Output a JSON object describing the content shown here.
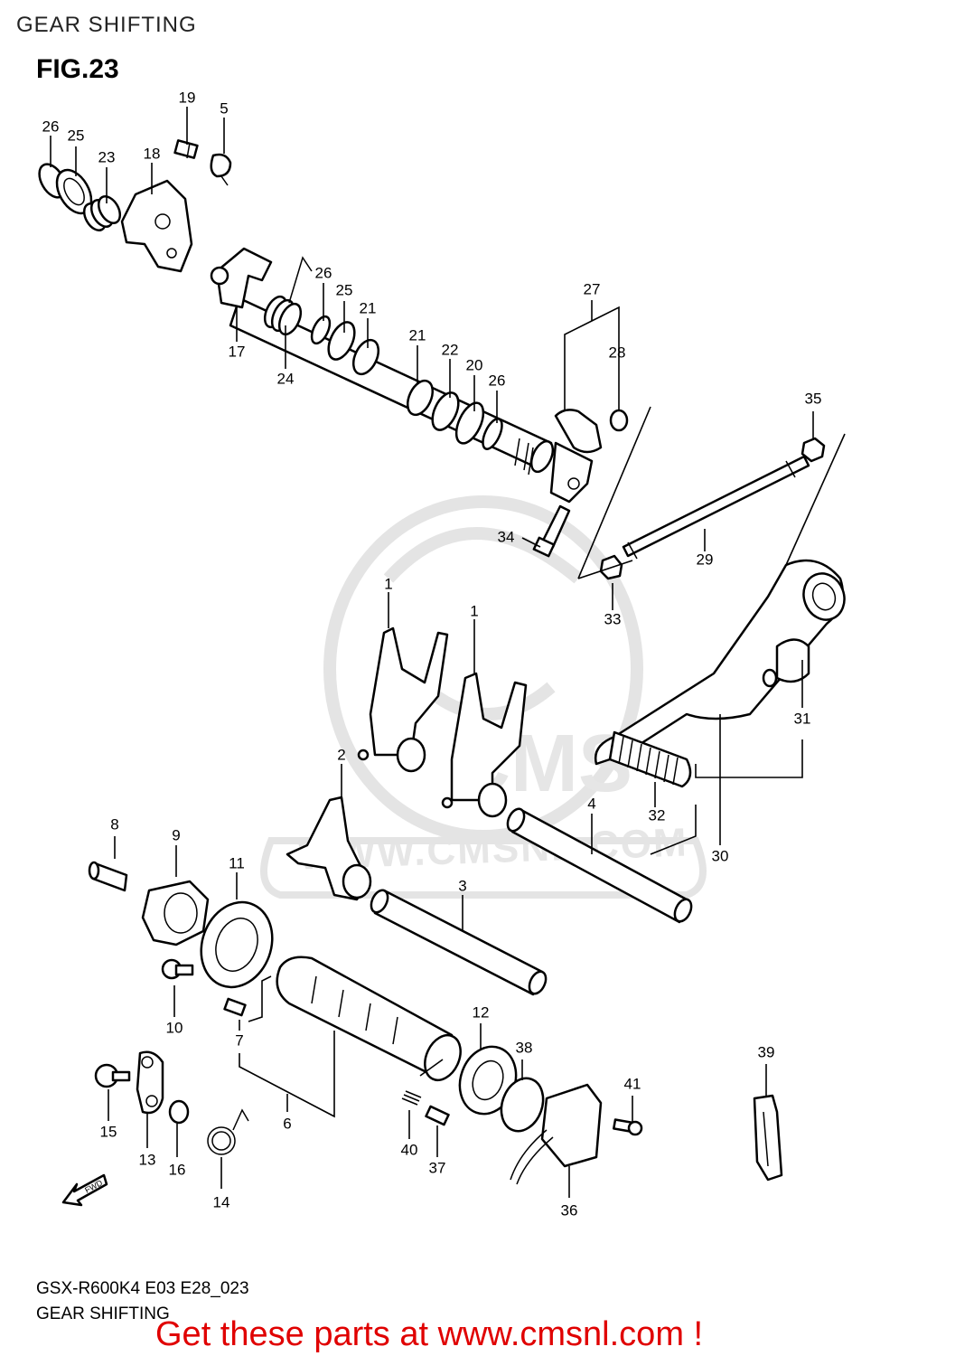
{
  "page": {
    "header": "GEAR SHIFTING",
    "figure": "FIG.23"
  },
  "watermark": {
    "brand": "CMS",
    "url": "WWW.CMSNL.COM"
  },
  "fwd_arrow": "FWD",
  "callouts": {
    "c26a": "26",
    "c25a": "25",
    "c23": "23",
    "c18": "18",
    "c19": "19",
    "c5": "5",
    "c17": "17",
    "c24": "24",
    "c26b": "26",
    "c25b": "25",
    "c21a": "21",
    "c21b": "21",
    "c22": "22",
    "c20": "20",
    "c26c": "26",
    "c27": "27",
    "c28": "28",
    "c35": "35",
    "c34": "34",
    "c29": "29",
    "c33": "33",
    "c1a": "1",
    "c1b": "1",
    "c31": "31",
    "c32": "32",
    "c30": "30",
    "c2": "2",
    "c4": "4",
    "c8": "8",
    "c9": "9",
    "c11": "11",
    "c3": "3",
    "c10": "10",
    "c7": "7",
    "c12": "12",
    "c38": "38",
    "c39": "39",
    "c41": "41",
    "c15": "15",
    "c13": "13",
    "c16": "16",
    "c14": "14",
    "c6": "6",
    "c40": "40",
    "c37": "37",
    "c36": "36"
  },
  "footer": {
    "model": "GSX-R600K4 E03 E28_023",
    "title": "GEAR SHIFTING",
    "cta": "Get these parts at www.cmsnl.com !"
  }
}
